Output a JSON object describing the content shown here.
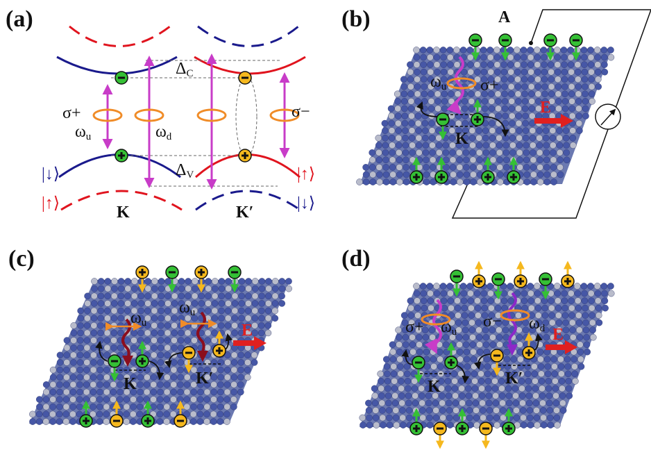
{
  "panels": {
    "a": {
      "label": "(a)",
      "delta_c": "Δ",
      "delta_c_sub": "C",
      "delta_v": "Δ",
      "delta_v_sub": "V",
      "sigma_plus": "σ+",
      "sigma_minus": "σ−",
      "omega_u": "ω",
      "omega_u_sub": "u",
      "omega_d": "ω",
      "omega_d_sub": "d",
      "spin_down_left": "|↓⟩",
      "spin_up_left": "|↑⟩",
      "spin_up_right": "|↑⟩",
      "spin_down_right": "|↓⟩",
      "valley_k": "K",
      "valley_kp": "K′"
    },
    "b": {
      "label": "(b)",
      "ammeter": "A",
      "omega_u": "ω",
      "omega_u_sub": "u",
      "sigma_plus": "σ+",
      "valley_k": "K",
      "field": "E"
    },
    "c": {
      "label": "(c)",
      "omega_u_1": "ω",
      "omega_u_1_sub": "u",
      "omega_u_2": "ω",
      "omega_u_2_sub": "u",
      "valley_k": "K",
      "valley_kp": "K′",
      "field": "E"
    },
    "d": {
      "label": "(d)",
      "sigma_plus": "σ+",
      "omega_u": "ω",
      "omega_u_sub": "u",
      "sigma_minus": "σ−",
      "omega_d": "ω",
      "omega_d_sub": "d",
      "valley_k": "K",
      "valley_kp": "K′",
      "field": "E"
    }
  },
  "colors": {
    "blue_band": "#1a1a8c",
    "red_band": "#e0141e",
    "magenta": "#c83cc8",
    "orange": "#f08c28",
    "green": "#35c035",
    "yellow": "#f5b81e",
    "field_red": "#e02020"
  }
}
